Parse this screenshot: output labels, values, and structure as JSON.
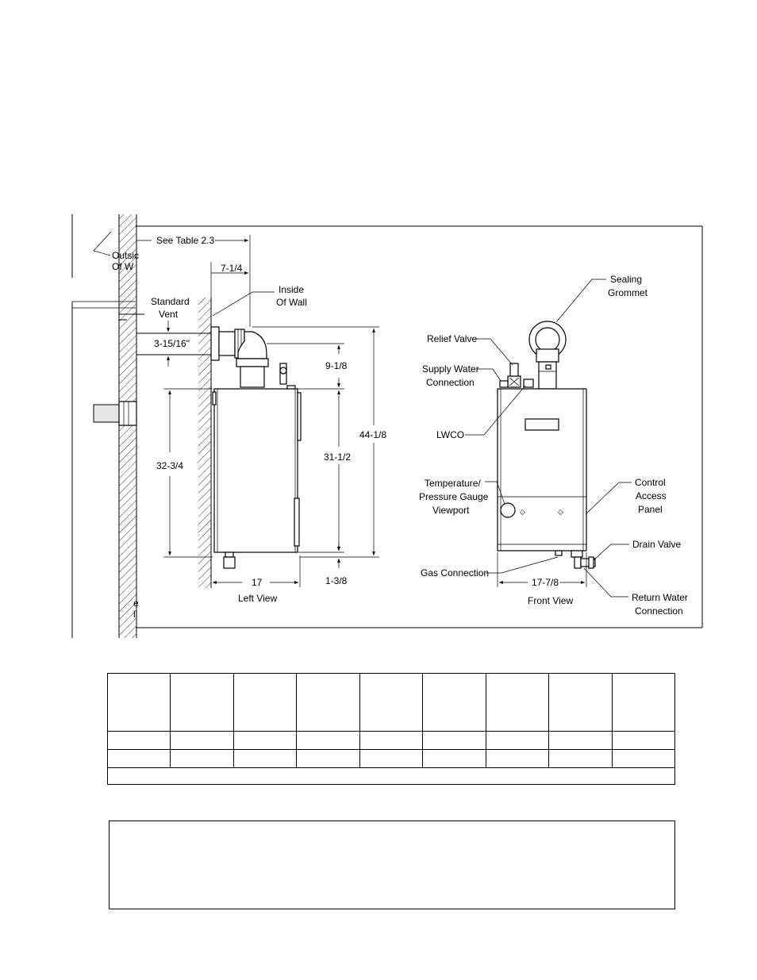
{
  "left_view": {
    "caption": "Left View",
    "labels": {
      "outside_wall_line1": "Outsic",
      "outside_wall_line2": "Of W",
      "see_table": "See Table 2.3",
      "inside_wall_line1": "Inside",
      "inside_wall_line2": "Of Wall",
      "standard_vent_line1": "Standard",
      "standard_vent_line2": "Vent",
      "bottom_wall_line1": "e",
      "bottom_wall_line2": "ll"
    },
    "dimensions": {
      "d_7_1_4": "7-1/4",
      "d_3_15_16": "3-15/16\"",
      "d_9_1_8": "9-1/8",
      "d_32_3_4": "32-3/4",
      "d_31_1_2": "31-1/2",
      "d_44_1_8": "44-1/8",
      "d_17": "17",
      "d_1_3_8": "1-3/8"
    }
  },
  "front_view": {
    "caption": "Front View",
    "labels": {
      "sealing_grommet_line1": "Sealing",
      "sealing_grommet_line2": "Grommet",
      "relief_valve": "Relief Valve",
      "supply_water_line1": "Supply Water",
      "supply_water_line2": "Connection",
      "lwco": "LWCO",
      "temp_gauge_line1": "Temperature/",
      "temp_gauge_line2": "Pressure Gauge",
      "temp_gauge_line3": "Viewport",
      "control_panel_line1": "Control",
      "control_panel_line2": "Access",
      "control_panel_line3": "Panel",
      "drain_valve": "Drain Valve",
      "gas_connection": "Gas Connection",
      "return_water_line1": "Return Water",
      "return_water_line2": "Connection"
    },
    "dimensions": {
      "d_17_7_8": "17-7/8"
    }
  },
  "table": {
    "columns": 9,
    "rows": 2
  }
}
